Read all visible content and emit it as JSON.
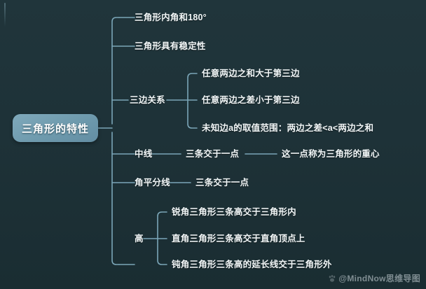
{
  "map": {
    "title": "三角形的特性",
    "root": {
      "label": "三角形的特性"
    },
    "branches": [
      {
        "label": "三角形内角和180°",
        "children": []
      },
      {
        "label": "三角形具有稳定性",
        "children": []
      },
      {
        "label": "三边关系",
        "children": [
          {
            "label": "任意两边之和大于第三边"
          },
          {
            "label": "任意两边之差小于第三边"
          },
          {
            "label": "未知边a的取值范围：两边之差<a<两边之和"
          }
        ]
      },
      {
        "label": "中线",
        "children": [
          {
            "label": "三条交于一点",
            "children": [
              {
                "label": "这一点称为三角形的重心"
              }
            ]
          }
        ]
      },
      {
        "label": "角平分线",
        "children": [
          {
            "label": "三条交于一点"
          }
        ]
      },
      {
        "label": "高",
        "children": [
          {
            "label": "锐角三角形三条高交于三角形内"
          },
          {
            "label": "直角三角形三条高交于直角顶点上"
          },
          {
            "label": "钝角三角形三条高的延长线交于三角形外"
          }
        ]
      }
    ]
  },
  "watermark": {
    "text": "@MindNow思维导图",
    "icon": "paw-icon"
  },
  "colors": {
    "background_top": "#20353b",
    "background_bottom": "#1a2d32",
    "root_fill": "#6e9aad",
    "edge": "#7ba6b8",
    "text": "#f2f7f8"
  }
}
